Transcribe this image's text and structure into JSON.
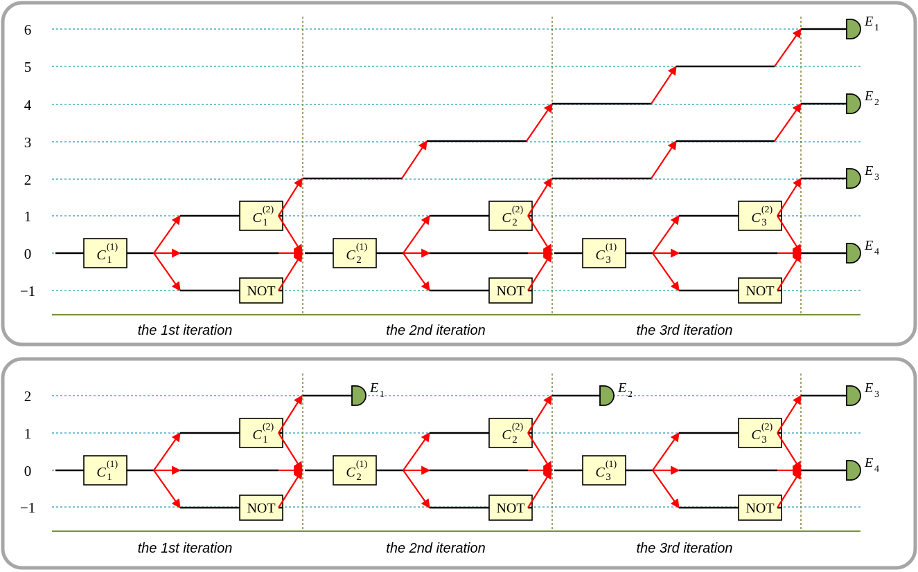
{
  "colors": {
    "panel_border": "#a6a6a6",
    "gridline": "#4bacc6",
    "separator": "#7a7a2e",
    "baseline": "#77933c",
    "gate_fill": "#ffffcc",
    "detector_fill": "#8aae5a",
    "arrow": "#ff0000",
    "wire": "#000000"
  },
  "not_label": "NOT",
  "gate_symbol": "C",
  "detector_symbol": "E",
  "top_panel": {
    "y_levels": [
      "6",
      "5",
      "4",
      "3",
      "2",
      "1",
      "0",
      "−1"
    ],
    "iterations": [
      {
        "label": "the 1st iteration",
        "gate1": {
          "sub": "1",
          "sup": "(1)"
        },
        "gate2": {
          "sub": "1",
          "sup": "(2)"
        }
      },
      {
        "label": "the 2nd iteration",
        "gate1": {
          "sub": "2",
          "sup": "(1)"
        },
        "gate2": {
          "sub": "2",
          "sup": "(2)"
        }
      },
      {
        "label": "the 3rd iteration",
        "gate1": {
          "sub": "3",
          "sup": "(1)"
        },
        "gate2": {
          "sub": "3",
          "sup": "(2)"
        }
      }
    ],
    "detectors": [
      {
        "sub": "1",
        "level": 6
      },
      {
        "sub": "2",
        "level": 4
      },
      {
        "sub": "3",
        "level": 2
      },
      {
        "sub": "4",
        "level": 0
      }
    ]
  },
  "bottom_panel": {
    "y_levels": [
      "2",
      "1",
      "0",
      "−1"
    ],
    "iterations": [
      {
        "label": "the 1st iteration",
        "gate1": {
          "sub": "1",
          "sup": "(1)"
        },
        "gate2": {
          "sub": "1",
          "sup": "(2)"
        }
      },
      {
        "label": "the 2nd iteration",
        "gate1": {
          "sub": "2",
          "sup": "(1)"
        },
        "gate2": {
          "sub": "2",
          "sup": "(2)"
        }
      },
      {
        "label": "the 3rd iteration",
        "gate1": {
          "sub": "3",
          "sup": "(1)"
        },
        "gate2": {
          "sub": "3",
          "sup": "(2)"
        }
      }
    ],
    "detectors": [
      {
        "sub": "1",
        "level": 2
      },
      {
        "sub": "2",
        "level": 2
      },
      {
        "sub": "3",
        "level": 2
      },
      {
        "sub": "4",
        "level": 0
      }
    ]
  }
}
